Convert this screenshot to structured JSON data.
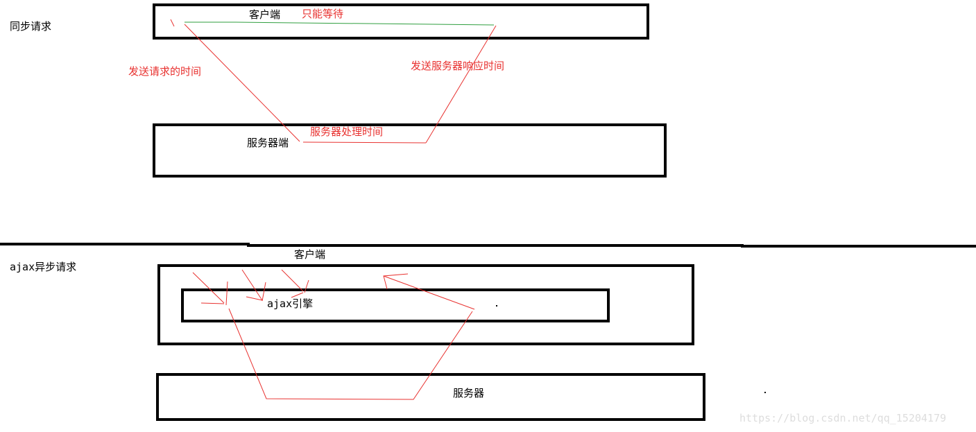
{
  "sync": {
    "section_label": "同步请求",
    "client_label": "客户端",
    "wait_label": "只能等待",
    "send_request_label": "发送请求的时间",
    "server_response_label": "发送服务器响应时间",
    "server_label": "服务器端",
    "processing_label": "服务器处理时间"
  },
  "async": {
    "section_label": "ajax异步请求",
    "client_label": "客户端",
    "engine_label": "ajax引擎",
    "server_label": "服务器"
  },
  "watermark": "https://blog.csdn.net/qq_15204179",
  "colors": {
    "box_border": "#000000",
    "annotation": "#e8312f",
    "wait_line": "#2e9e3e",
    "watermark": "#dddddd"
  }
}
